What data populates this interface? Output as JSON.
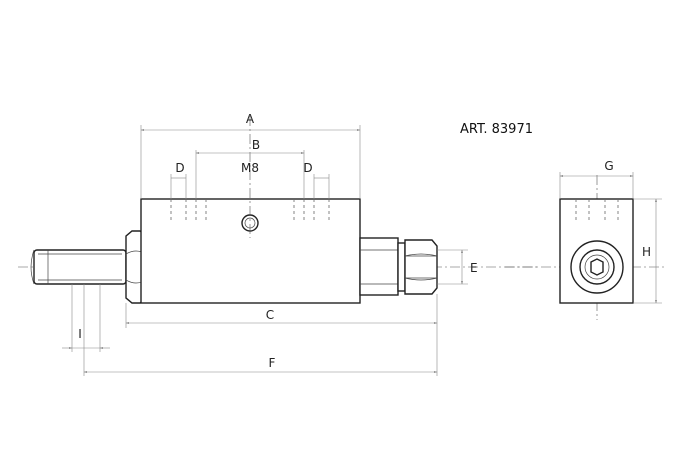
{
  "title": "ART. 83971",
  "labels": {
    "A": "A",
    "B": "B",
    "D_left": "D",
    "D_right": "D",
    "M8": "M8",
    "C": "C",
    "E": "E",
    "F": "F",
    "I": "I",
    "G": "G",
    "H": "H"
  }
}
